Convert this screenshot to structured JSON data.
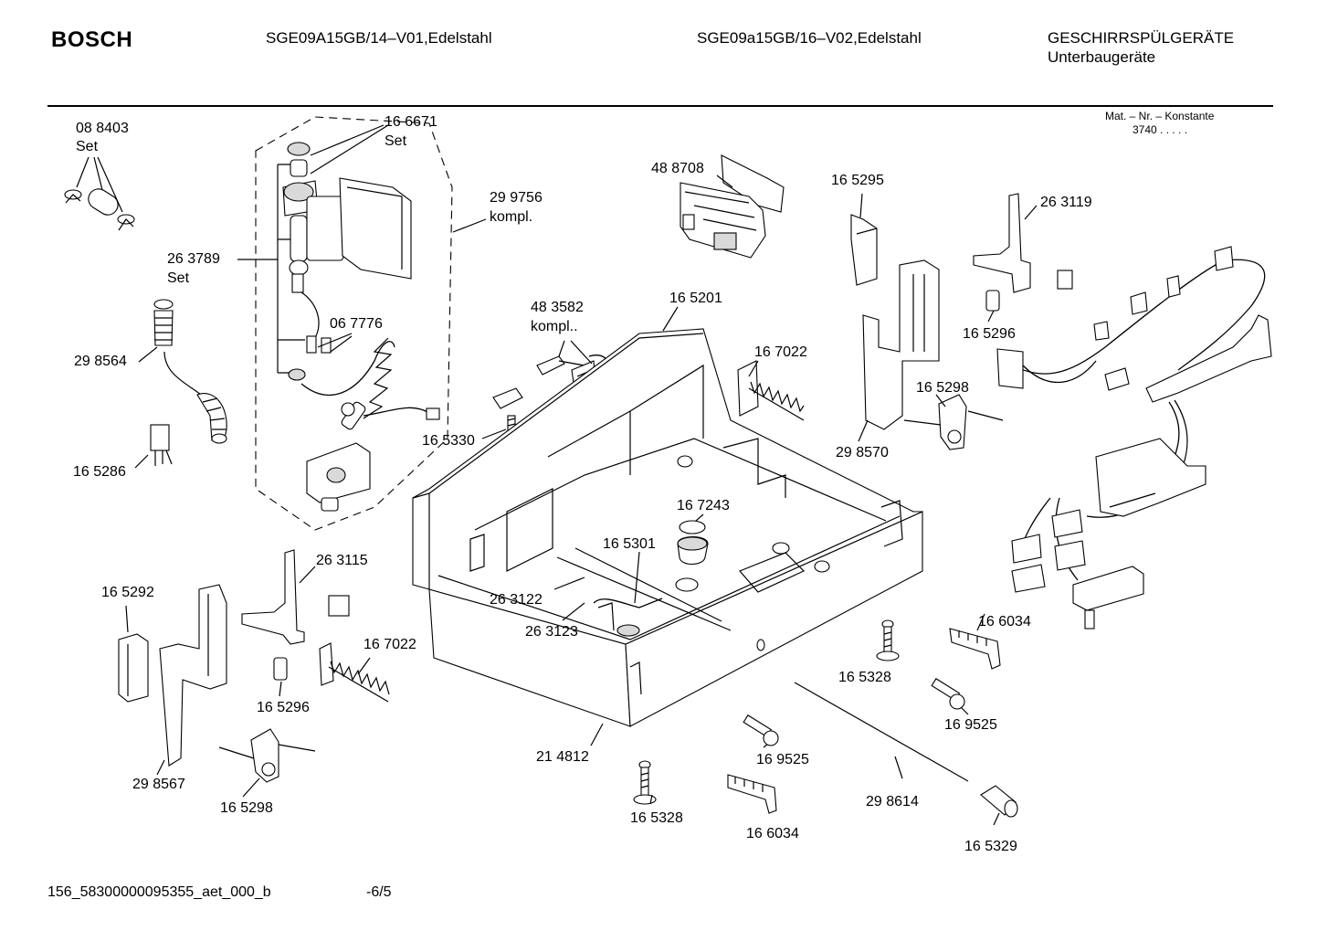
{
  "header": {
    "brand": "BOSCH",
    "model_1": "SGE09A15GB/14–V01,Edelstahl",
    "model_2": "SGE09a15GB/16–V02,Edelstahl",
    "category_line1": "GESCHIRRSPÜLGERÄTE",
    "category_line2": "Unterbaugeräte",
    "mat_nr_label": "Mat. – Nr. – Konstante",
    "mat_nr_value": "3740 .   .   .   .   ."
  },
  "labels": {
    "p088403": "08 8403",
    "p088403_sub": "Set",
    "p166671": "16 6671",
    "p166671_sub": "Set",
    "p299756": "29 9756",
    "p299756_sub": "kompl.",
    "p263789": "26 3789",
    "p263789_sub": "Set",
    "p298564": "29 8564",
    "p067776": "06 7776",
    "p165286": "16 5286",
    "p488708": "48 8708",
    "p483582": "48 3582",
    "p483582_sub": "kompl..",
    "p165201": "16 5201",
    "p167022_top": "16 7022",
    "p165330": "16 5330",
    "p165295": "16 5295",
    "p263119": "26 3119",
    "p165296_top": "16 5296",
    "p165298_top": "16 5298",
    "p298570": "29 8570",
    "p167243": "16 7243",
    "p165301": "16 5301",
    "p263122": "26 3122",
    "p263123": "26 3123",
    "p263115": "26 3115",
    "p165292": "16 5292",
    "p167022_bot": "16 7022",
    "p165296_bot": "16 5296",
    "p298567": "29 8567",
    "p165298_bot": "16 5298",
    "p214812": "21 4812",
    "p165328_left": "16 5328",
    "p169525_mid": "16 9525",
    "p166034_mid": "16 6034",
    "p298614": "29 8614",
    "p165329": "16 5329",
    "p165328_right": "16 5328",
    "p169525_right": "16 9525",
    "p166034_right": "16 6034"
  },
  "footer": {
    "doc_id": "156_58300000095355_aet_000_b",
    "page": "-6/5"
  }
}
